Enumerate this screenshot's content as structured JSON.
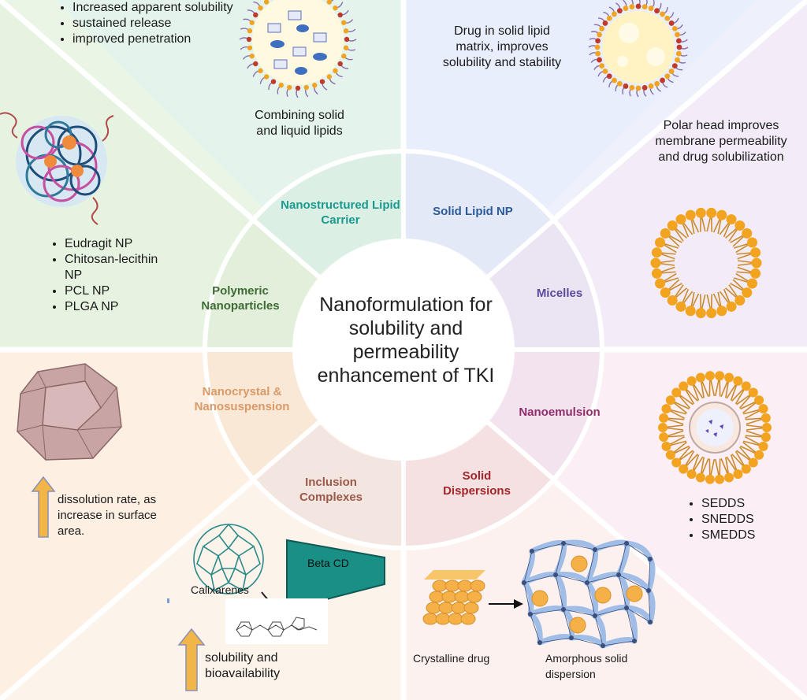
{
  "center_title": "Nanoformulation for solubility and permeability enhancement of TKI",
  "segments": {
    "nlc": {
      "label": "Nanostructured Lipid Carrier",
      "color": "#1a9a8e"
    },
    "sln": {
      "label": "Solid Lipid NP",
      "color": "#2b5b9c"
    },
    "micelles": {
      "label": "Micelles",
      "color": "#5b4a9b"
    },
    "nanoemulsion": {
      "label": "Nanoemulsion",
      "color": "#8e2f6b"
    },
    "solid_dispersions": {
      "label": "Solid Dispersions",
      "color": "#a3262a"
    },
    "inclusion": {
      "label": "Inclusion Complexes",
      "color": "#9b5a49"
    },
    "nanocrystal": {
      "label": "Nanocrystal & Nanosuspension",
      "color": "#d99a68"
    },
    "polymeric": {
      "label": "Polymeric Nanoparticles",
      "color": "#3e6b34"
    }
  },
  "nlc_panel": {
    "bullets": [
      "Increased apparent solubility",
      "sustained release",
      "improved penetration"
    ],
    "caption": "Combining solid and liquid lipids"
  },
  "sln_panel": {
    "caption": "Drug in solid lipid matrix, improves solubility and stability"
  },
  "micelles_panel": {
    "caption": "Polar head improves membrane permeability and drug solubilization"
  },
  "polymeric_panel": {
    "bullets": [
      "Eudragit NP",
      "Chitosan-lecithin NP",
      "PCL NP",
      "PLGA NP"
    ]
  },
  "nanocrystal_panel": {
    "caption": "dissolution rate, as increase in surface area."
  },
  "nanoemulsion_panel": {
    "bullets": [
      "SEDDS",
      "SNEDDS",
      "SMEDDS"
    ]
  },
  "inclusion_panel": {
    "calixarenes": "Calixarenes",
    "beta_cd": "Beta CD",
    "caption": "solubility and bioavailability"
  },
  "dispersion_panel": {
    "crystalline": "Crystalline drug",
    "amorphous": "Amorphous solid dispersion"
  },
  "colors": {
    "arrow_up": "#f2b648",
    "lipid_head": "#f2a31f",
    "tail": "#c98a2a"
  }
}
